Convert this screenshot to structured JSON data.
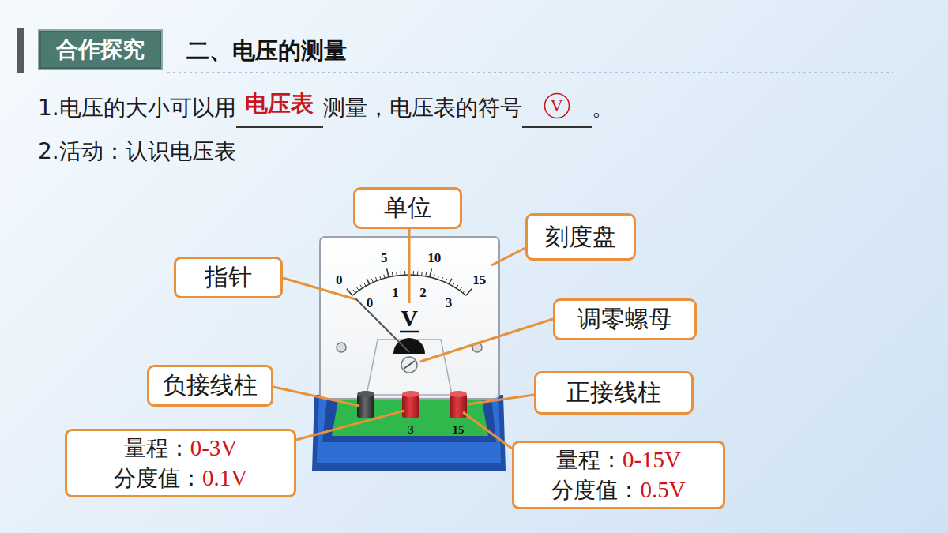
{
  "diagram": {
    "title": "二、电压的测量",
    "nodes": [
      {
        "text": [
          "合作探究"
        ]
      },
      {
        "text": [
          "V"
        ]
      },
      {
        "text": [
          "单位"
        ]
      },
      {
        "text": [
          "刻度盘"
        ]
      },
      {
        "text": [
          "指针"
        ]
      },
      {
        "text": [
          "调零螺母"
        ]
      },
      {
        "text": [
          "负接线柱"
        ]
      },
      {
        "text": [
          "正接线柱"
        ]
      },
      {
        "text": [
          "量程：",
          "0-3V",
          "分度值：",
          "0.1V"
        ]
      },
      {
        "text": [
          "量程：",
          "0-15V",
          "分度值：",
          "0.5V"
        ]
      }
    ],
    "labels": [
      "1.电压的大小可以用",
      "电压表",
      "测量，电压表的符号",
      "。",
      "2.活动：认识电压表",
      "0",
      "5",
      "10",
      "15",
      "0",
      "1",
      "2",
      "3",
      "V",
      "3",
      "15"
    ]
  }
}
